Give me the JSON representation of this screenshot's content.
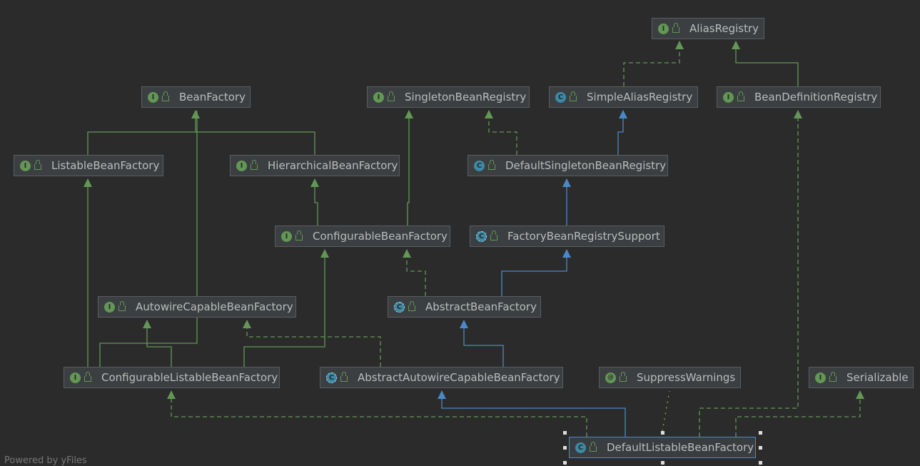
{
  "nodes": {
    "alias_registry": {
      "label": "AliasRegistry",
      "kind": "interface",
      "badge": "I"
    },
    "bean_factory": {
      "label": "BeanFactory",
      "kind": "interface",
      "badge": "I"
    },
    "singleton_bean_registry": {
      "label": "SingletonBeanRegistry",
      "kind": "interface",
      "badge": "I"
    },
    "simple_alias_registry": {
      "label": "SimpleAliasRegistry",
      "kind": "class",
      "badge": "C"
    },
    "bean_definition_registry": {
      "label": "BeanDefinitionRegistry",
      "kind": "interface",
      "badge": "I"
    },
    "listable_bean_factory": {
      "label": "ListableBeanFactory",
      "kind": "interface",
      "badge": "I"
    },
    "hierarchical_bean_factory": {
      "label": "HierarchicalBeanFactory",
      "kind": "interface",
      "badge": "I"
    },
    "default_singleton_bean_registry": {
      "label": "DefaultSingletonBeanRegistry",
      "kind": "class",
      "badge": "C"
    },
    "configurable_bean_factory": {
      "label": "ConfigurableBeanFactory",
      "kind": "interface",
      "badge": "I"
    },
    "factory_bean_registry_support": {
      "label": "FactoryBeanRegistrySupport",
      "kind": "abstract",
      "badge": "C"
    },
    "autowire_capable_bean_factory": {
      "label": "AutowireCapableBeanFactory",
      "kind": "interface",
      "badge": "I"
    },
    "abstract_bean_factory": {
      "label": "AbstractBeanFactory",
      "kind": "abstract",
      "badge": "C"
    },
    "configurable_listable_bean_factory": {
      "label": "ConfigurableListableBeanFactory",
      "kind": "interface",
      "badge": "I"
    },
    "abstract_autowire_capable_bean_factory": {
      "label": "AbstractAutowireCapableBeanFactory",
      "kind": "abstract",
      "badge": "C"
    },
    "suppress_warnings": {
      "label": "SuppressWarnings",
      "kind": "annotation",
      "badge": "@"
    },
    "serializable": {
      "label": "Serializable",
      "kind": "interface",
      "badge": "I"
    },
    "default_listable_bean_factory": {
      "label": "DefaultListableBeanFactory",
      "kind": "class",
      "badge": "C",
      "selected": true
    }
  },
  "footer": {
    "text": "Powered by yFiles"
  },
  "colors": {
    "background": "#2b2b2b",
    "node_fill": "#3c3f41",
    "node_border": "#5a5d5f",
    "text": "#bbbbbb",
    "interface_extends": "#629755",
    "class_extends": "#4a88c7",
    "implements_dashed": "#629755",
    "annotation_dotted": "#9aa82c"
  }
}
